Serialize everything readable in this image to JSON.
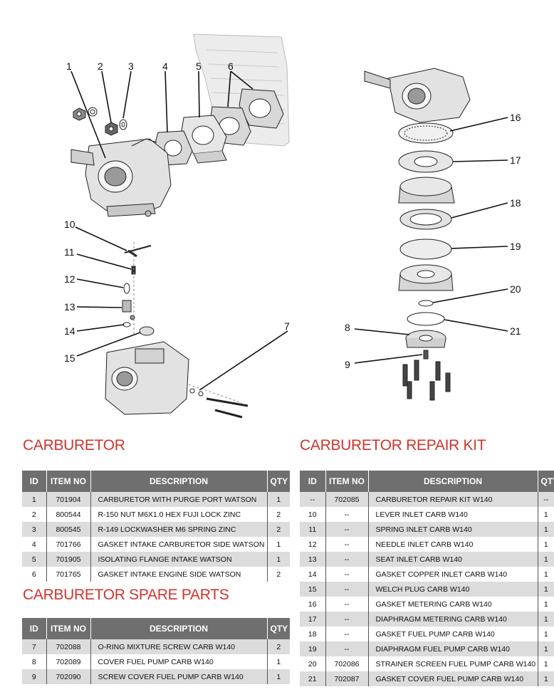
{
  "callouts": {
    "c1": "1",
    "c2": "2",
    "c3": "3",
    "c4": "4",
    "c5": "5",
    "c6": "6",
    "c7": "7",
    "c8": "8",
    "c9": "9",
    "c10": "10",
    "c11": "11",
    "c12": "12",
    "c13": "13",
    "c14": "14",
    "c15": "15",
    "c16": "16",
    "c17": "17",
    "c18": "18",
    "c19": "19",
    "c20": "20",
    "c21": "21"
  },
  "columns": {
    "id": "ID",
    "item_no": "ITEM NO",
    "description": "DESCRIPTION",
    "qty": "QTY"
  },
  "carburetor": {
    "title": "CARBURETOR",
    "rows": [
      {
        "id": "1",
        "item": "701904",
        "desc": "CARBURETOR WITH PURGE PORT WATSON",
        "qty": "1"
      },
      {
        "id": "2",
        "item": "800544",
        "desc": "R-150 NUT M6X1.0 HEX FUJI LOCK ZINC",
        "qty": "2"
      },
      {
        "id": "3",
        "item": "800545",
        "desc": "R-149 LOCKWASHER M6 SPRING ZINC",
        "qty": "2"
      },
      {
        "id": "4",
        "item": "701766",
        "desc": "GASKET INTAKE CARBURETOR SIDE WATSON",
        "qty": "1"
      },
      {
        "id": "5",
        "item": "701905",
        "desc": "ISOLATING FLANGE INTAKE WATSON",
        "qty": "1"
      },
      {
        "id": "6",
        "item": "701765",
        "desc": "GASKET INTAKE ENGINE SIDE WATSON",
        "qty": "2"
      }
    ]
  },
  "spare_parts": {
    "title": "CARBURETOR SPARE PARTS",
    "rows": [
      {
        "id": "7",
        "item": "702088",
        "desc": "O-RING MIXTURE SCREW CARB W140",
        "qty": "2"
      },
      {
        "id": "8",
        "item": "702089",
        "desc": "COVER FUEL PUMP CARB W140",
        "qty": "1"
      },
      {
        "id": "9",
        "item": "702090",
        "desc": "SCREW COVER FUEL PUMP CARB W140",
        "qty": "1"
      }
    ]
  },
  "repair_kit": {
    "title": "CARBURETOR REPAIR KIT",
    "rows": [
      {
        "id": "--",
        "item": "702085",
        "desc": "CARBURETOR REPAIR KIT W140",
        "qty": "--"
      },
      {
        "id": "10",
        "item": "--",
        "desc": "LEVER INLET CARB W140",
        "qty": "1"
      },
      {
        "id": "11",
        "item": "--",
        "desc": "SPRING INLET CARB W140",
        "qty": "1"
      },
      {
        "id": "12",
        "item": "--",
        "desc": "NEEDLE INLET CARB W140",
        "qty": "1"
      },
      {
        "id": "13",
        "item": "--",
        "desc": "SEAT INLET CARB W140",
        "qty": "1"
      },
      {
        "id": "14",
        "item": "--",
        "desc": "GASKET COPPER INLET CARB W140",
        "qty": "1"
      },
      {
        "id": "15",
        "item": "--",
        "desc": "WELCH PLUG CARB W140",
        "qty": "1"
      },
      {
        "id": "16",
        "item": "--",
        "desc": "GASKET METERING CARB W140",
        "qty": "1"
      },
      {
        "id": "17",
        "item": "--",
        "desc": "DIAPHRAGM METERING CARB W140",
        "qty": "1"
      },
      {
        "id": "18",
        "item": "--",
        "desc": "GASKET FUEL PUMP CARB W140",
        "qty": "1"
      },
      {
        "id": "19",
        "item": "--",
        "desc": "DIAPHRAGM FUEL PUMP CARB W140",
        "qty": "1"
      },
      {
        "id": "20",
        "item": "702086",
        "desc": "STRAINER SCREEN FUEL PUMP CARB W140",
        "qty": "1"
      },
      {
        "id": "21",
        "item": "702087",
        "desc": "GASKET COVER FUEL PUMP CARB W140",
        "qty": "1"
      }
    ]
  }
}
